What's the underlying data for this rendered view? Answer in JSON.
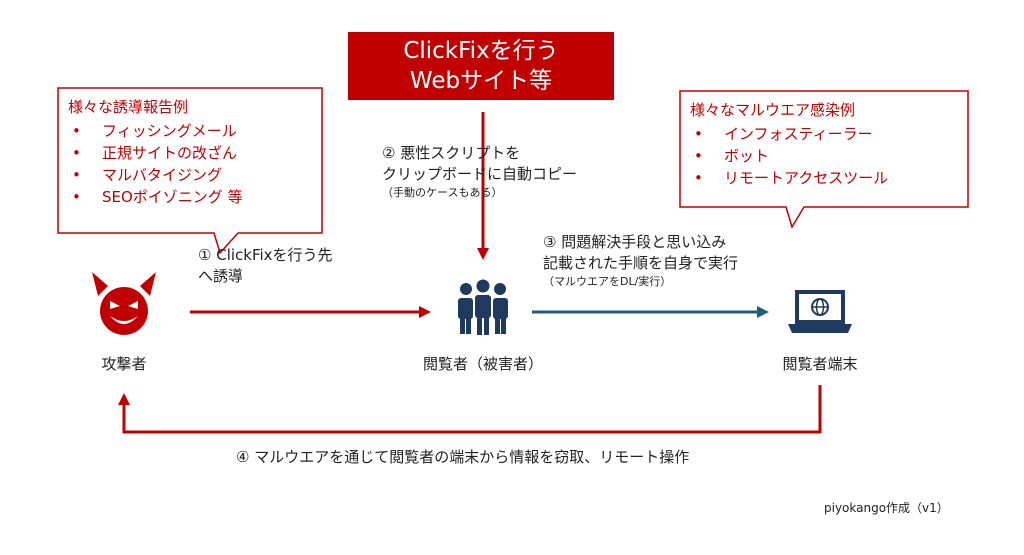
{
  "banner": {
    "line1": "ClickFixを行う",
    "line2": "Webサイト等"
  },
  "lure_box": {
    "title": "様々な誘導報告例",
    "items": [
      "フィッシングメール",
      "正規サイトの改ざん",
      "マルバタイジング",
      "SEOポイゾニング 等"
    ]
  },
  "malware_box": {
    "title": "様々なマルウエア感染例",
    "items": [
      "インフォスティーラー",
      "ボット",
      "リモートアクセスツール"
    ]
  },
  "steps": {
    "step1": {
      "line1": "① ClickFixを行う先",
      "line2": "へ誘導"
    },
    "step2": {
      "line1": "② 悪性スクリプトを",
      "line2": "クリップボードに自動コピー",
      "note": "（手動のケースもある）"
    },
    "step3": {
      "line1": "③ 問題解決手段と思い込み",
      "line2": "記載された手順を自身で実行",
      "note": "（マルウエアをDL/実行）"
    },
    "step4": "④ マルウエアを通じて閲覧者の端末から情報を窃取、リモート操作"
  },
  "actors": {
    "attacker": "攻撃者",
    "victim": "閲覧者（被害者）",
    "device": "閲覧者端末"
  },
  "credit": "piyokango作成（v1）",
  "colors": {
    "accent_red": "#c00000",
    "teal": "#1f5f7a",
    "navy": "#1f3a5f"
  },
  "icons": {
    "attacker": "devil-face-icon",
    "victim": "group-of-people-icon",
    "device": "laptop-globe-icon"
  }
}
